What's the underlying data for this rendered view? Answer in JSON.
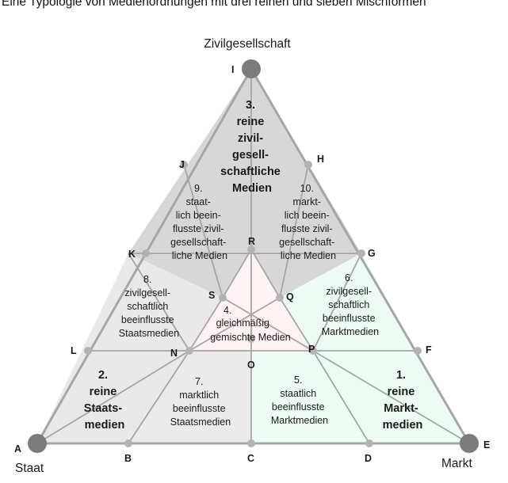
{
  "title": "Eine Typologie von Medienordnungen mit drei reinen und sieben Mischformen",
  "corners": {
    "top": "Zivilgesellschaft",
    "left": "Staat",
    "right": "Markt"
  },
  "points": {
    "A": "A",
    "B": "B",
    "C": "C",
    "D": "D",
    "E": "E",
    "F": "F",
    "G": "G",
    "H": "H",
    "I": "I",
    "J": "J",
    "K": "K",
    "L": "L",
    "N": "N",
    "O": "O",
    "P": "P",
    "Q": "Q",
    "R": "R",
    "S": "S"
  },
  "regions": {
    "r1": [
      "1.",
      "reine",
      "Markt-",
      "medien"
    ],
    "r2": [
      "2.",
      "reine",
      "Staats-",
      "medien"
    ],
    "r3": [
      "3.",
      "reine",
      "zivil-",
      "gesell-",
      "schaftliche",
      "Medien"
    ],
    "r4": [
      "4.",
      "gleichmäßig",
      "gemischte Medien"
    ],
    "r5": [
      "5.",
      "staatlich",
      "beeinflusste",
      "Marktmedien"
    ],
    "r6": [
      "6.",
      "zivilgesell-",
      "schaftlich",
      "beeinflusste",
      "Marktmedien"
    ],
    "r7": [
      "7.",
      "marktlich",
      "beeinflusste",
      "Staatsmedien"
    ],
    "r8": [
      "8.",
      "zivilgesell-",
      "schaftlich",
      "beeinflusste",
      "Staatsmedien"
    ],
    "r9": [
      "9.",
      "staat-",
      "lich beein-",
      "flusste zivil-",
      "gesellschaft-",
      "liche Medien"
    ],
    "r10": [
      "10.",
      "markt-",
      "lich beein-",
      "flusste zivil-",
      "gesellschaft-",
      "liche Medien"
    ]
  },
  "colors": {
    "outline": "#a6a6a6",
    "top_region": "#d7d7d7",
    "left_region": "#e9e9e9",
    "right_region": "#eefbf3",
    "center_region": "#fdf3f3",
    "bottom_left_region": "#ebebeb",
    "bottom_right_region": "#effcf4",
    "vertex_dot": "#7b7b7b",
    "mid_dot": "#b3b3b3"
  }
}
